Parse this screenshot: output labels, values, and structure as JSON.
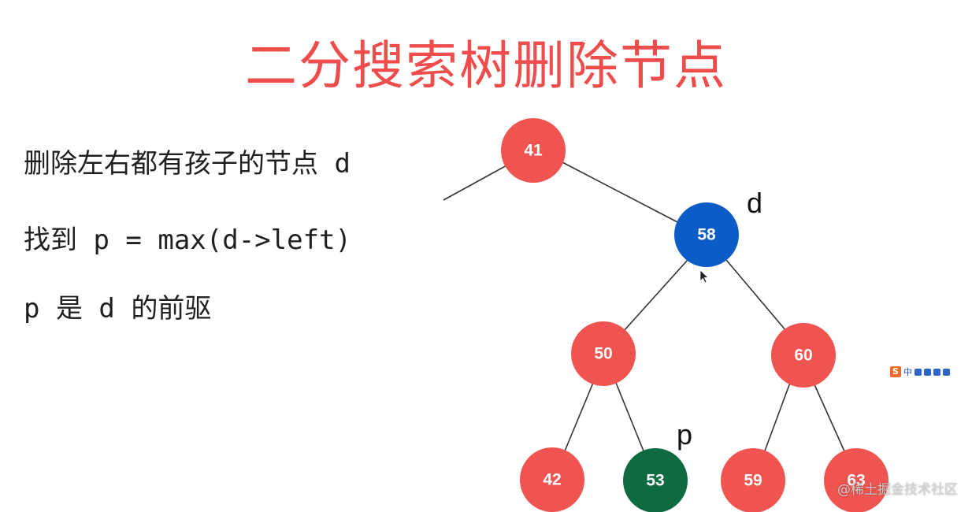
{
  "slide": {
    "title": "二分搜索树删除节点",
    "bullets": [
      "删除左右都有孩子的节点 d",
      "找到 p = max(d->left)",
      "p 是 d 的前驱"
    ]
  },
  "tree": {
    "nodes": [
      {
        "id": "n41",
        "label": "41",
        "color": "#f05450"
      },
      {
        "id": "n58",
        "label": "58",
        "color": "#0b5cc6"
      },
      {
        "id": "n50",
        "label": "50",
        "color": "#f05450"
      },
      {
        "id": "n60",
        "label": "60",
        "color": "#f05450"
      },
      {
        "id": "n42",
        "label": "42",
        "color": "#f05450"
      },
      {
        "id": "n53",
        "label": "53",
        "color": "#0e6b3f"
      },
      {
        "id": "n59",
        "label": "59",
        "color": "#f05450"
      },
      {
        "id": "n63",
        "label": "63",
        "color": "#f05450"
      }
    ],
    "markers": {
      "d": "d",
      "p": "p"
    }
  },
  "ime_toolbar": {
    "logo": "S",
    "mode": "中"
  },
  "watermark": "@稀土掘金技术社区"
}
